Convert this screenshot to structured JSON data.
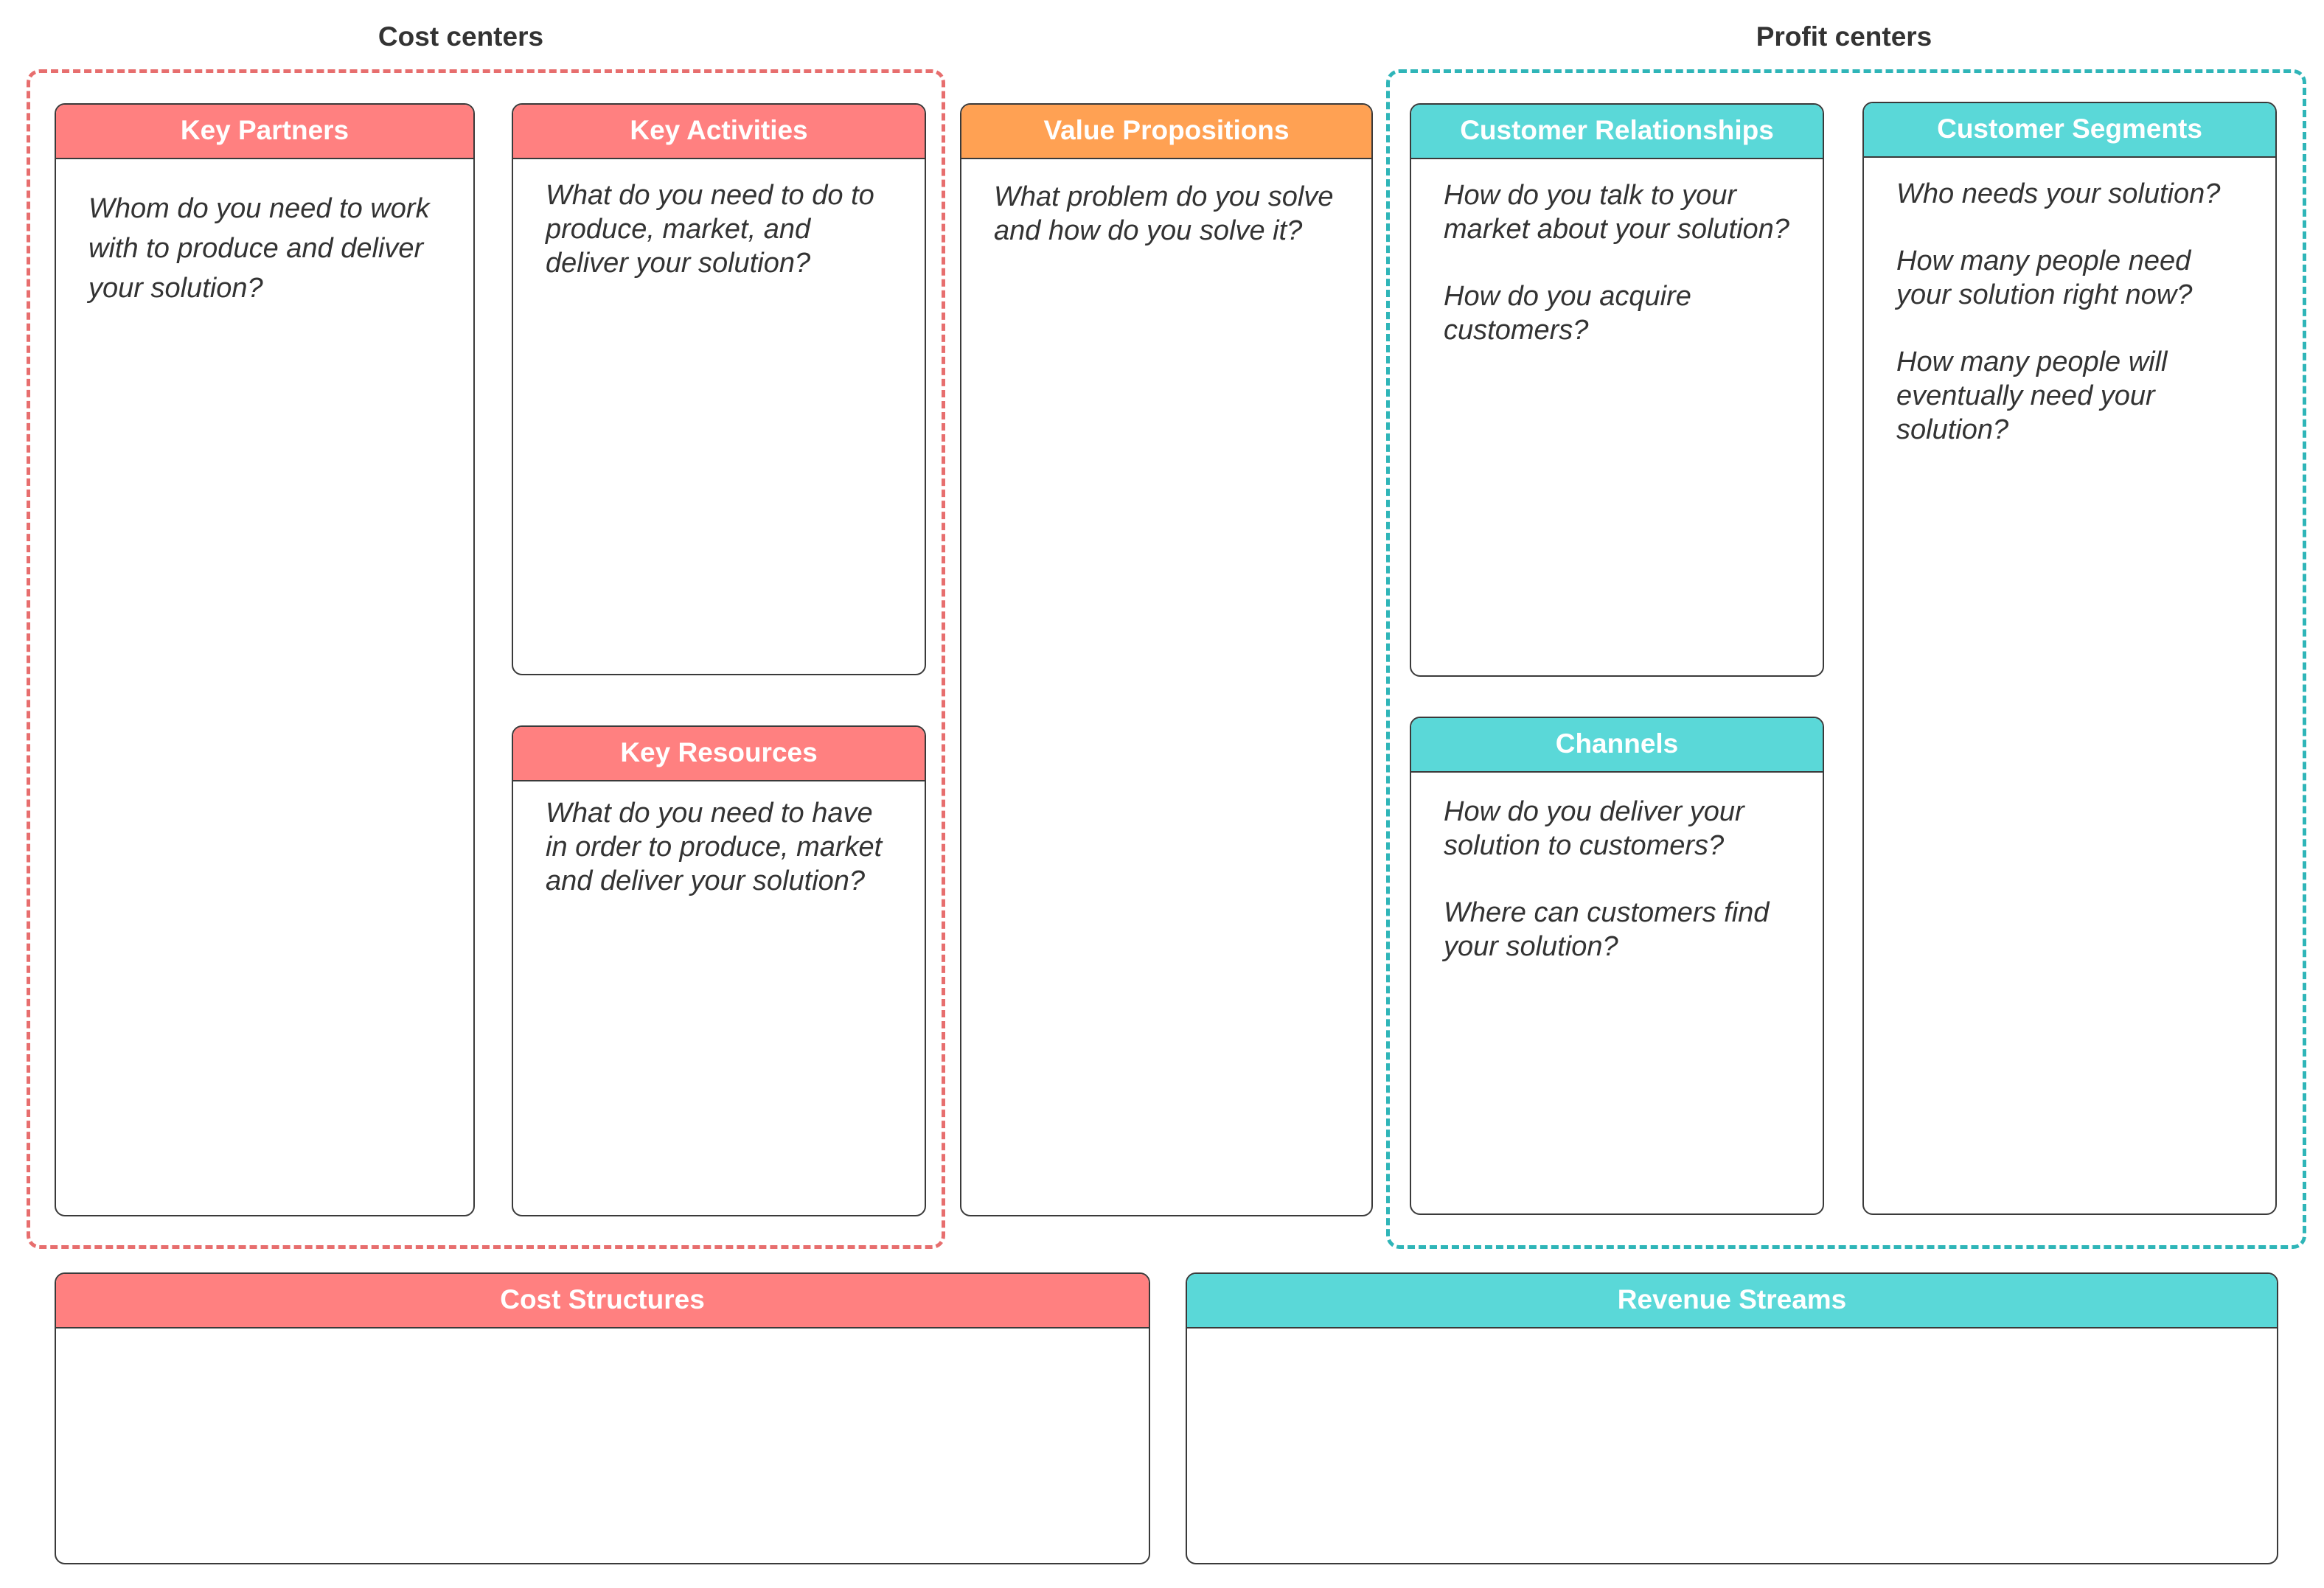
{
  "groups": {
    "cost_centers": {
      "label": "Cost centers",
      "border_color": "#e76e6e"
    },
    "profit_centers": {
      "label": "Profit centers",
      "border_color": "#2fb5b8"
    }
  },
  "colors": {
    "red_header": "#ff8080",
    "orange_header": "#ffa153",
    "teal_header": "#5ad8d8",
    "card_border": "#3a3a3a",
    "text": "#333333"
  },
  "cards": {
    "key_partners": {
      "title": "Key Partners",
      "prompts": [
        "Whom do you need to work with to produce and deliver your solution?"
      ]
    },
    "key_activities": {
      "title": "Key Activities",
      "prompts": [
        "What do you need to do to produce, market, and deliver your solution?"
      ]
    },
    "key_resources": {
      "title": "Key Resources",
      "prompts": [
        "What do you need to have in order to produce, market and deliver your solution?"
      ]
    },
    "value_propositions": {
      "title": "Value Propositions",
      "prompts": [
        "What problem do you solve and how do you solve it?"
      ]
    },
    "customer_relationships": {
      "title": "Customer Relationships",
      "prompts": [
        "How do you talk to your market about your solution?",
        "How do you acquire customers?"
      ]
    },
    "channels": {
      "title": "Channels",
      "prompts": [
        "How do you deliver your solution to customers?",
        "Where can customers find your solution?"
      ]
    },
    "customer_segments": {
      "title": "Customer Segments",
      "prompts": [
        "Who needs your solution?",
        "How many people need your solution right now?",
        "How many people will eventually need your solution?"
      ]
    },
    "cost_structures": {
      "title": "Cost Structures",
      "prompts": []
    },
    "revenue_streams": {
      "title": "Revenue Streams",
      "prompts": []
    }
  }
}
